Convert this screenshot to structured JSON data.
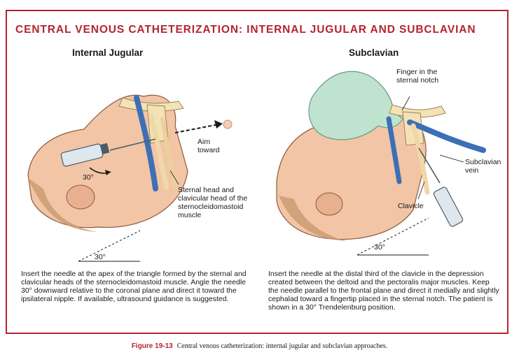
{
  "title": "CENTRAL VENOUS CATHETERIZATION: INTERNAL JUGULAR AND SUBCLAVIAN",
  "left_panel": {
    "heading": "Internal Jugular",
    "labels": {
      "aim": "Aim\ntoward",
      "angle_30_side": "30°",
      "sternal_head": "Sternal head and\nclavicular head of the\nsternocleidomastoid\nmuscle",
      "angle_30_bottom": "30°"
    },
    "description": "Insert the needle at the apex of the triangle formed by the sternal and clavicular heads of the sternocleidomastoid muscle. Angle the needle 30° downward relative to the coronal plane and direct it toward the ipsilateral nipple. If available, ultrasound guidance is suggested."
  },
  "right_panel": {
    "heading": "Subclavian",
    "labels": {
      "finger": "Finger in the\nsternal notch",
      "subclavian_vein": "Subclavian\nvein",
      "clavicle": "Clavicle",
      "angle_30_bottom": "30°"
    },
    "description": "Insert the needle at the distal third of the clavicle in the depression created between the deltoid and the pectoralis major muscles. Keep the needle parallel to the frontal plane and direct it medially and slightly cephalad toward a fingertip placed in the sternal notch. The patient is shown in a 30° Trendelenburg position."
  },
  "caption": {
    "figure_label": "Figure 19-13",
    "text": "Central venous catheterization: internal jugular and subclavian approaches."
  },
  "colors": {
    "accent": "#b3252f",
    "skin": "#f2c5a6",
    "vein": "#3d6fb6",
    "bone": "#f3e2b6",
    "glove": "#bfe3cf"
  }
}
